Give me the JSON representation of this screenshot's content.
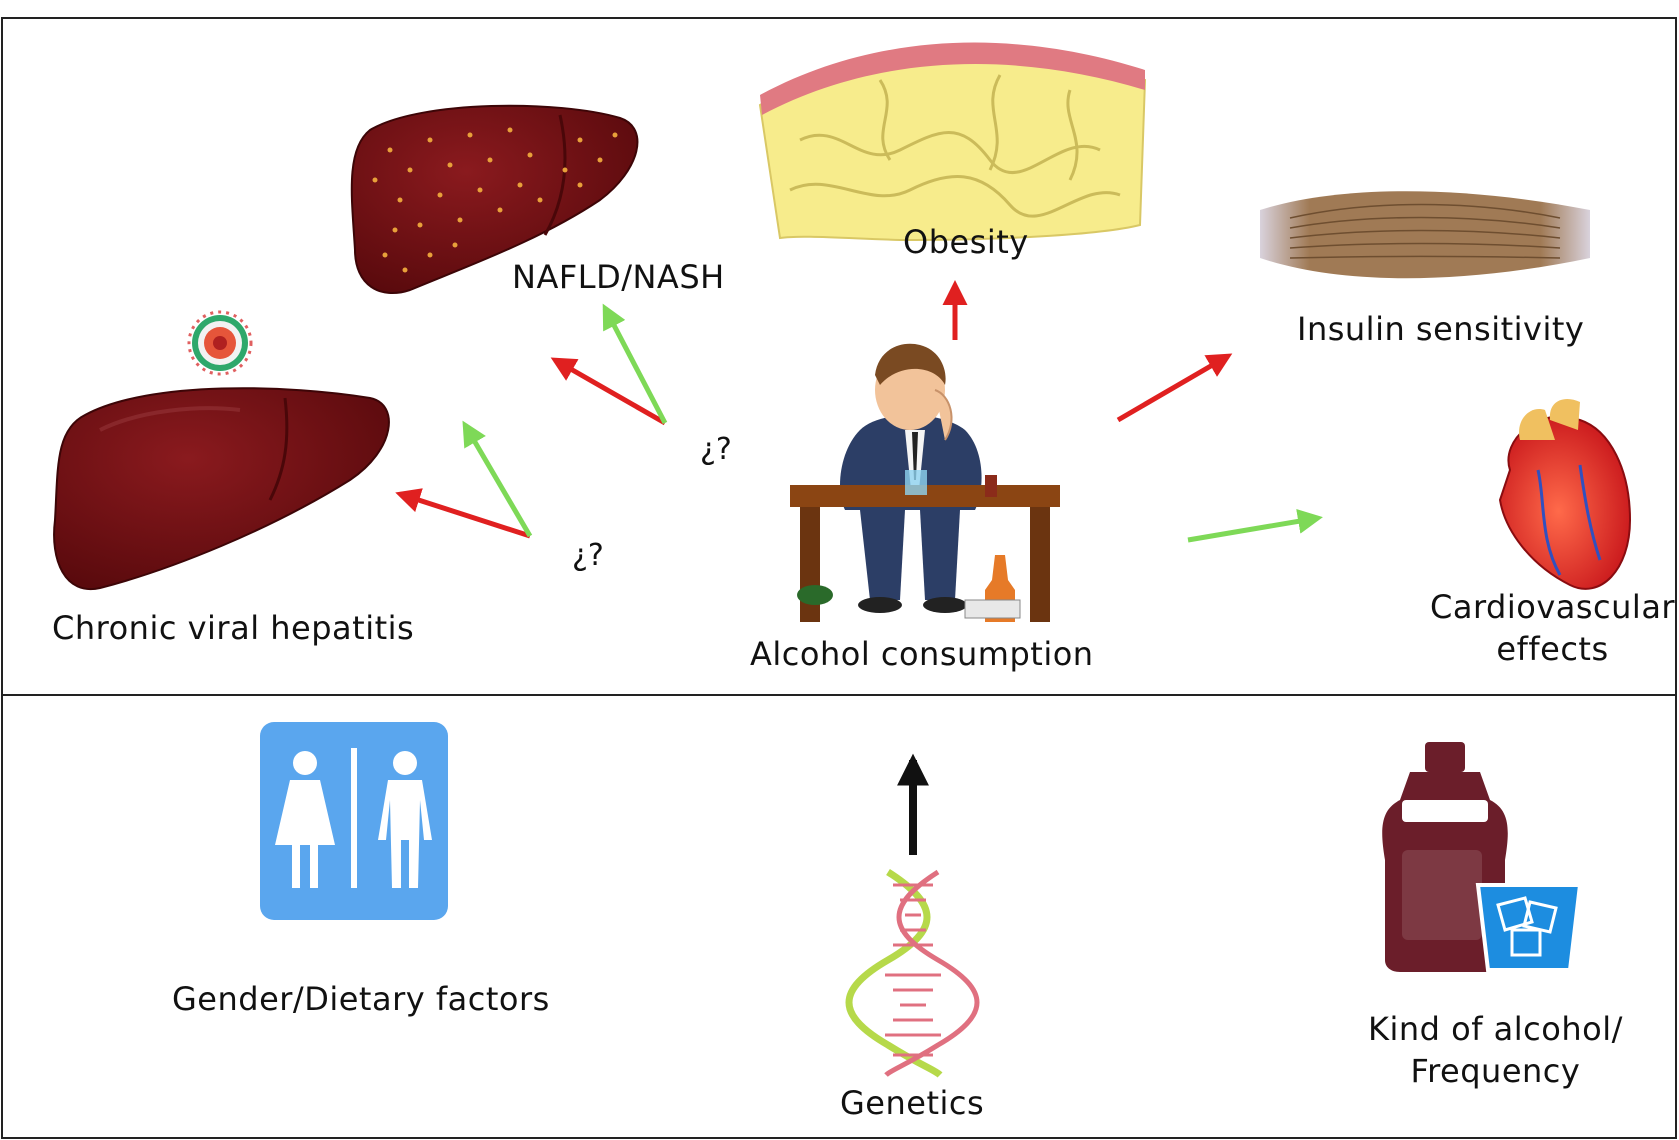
{
  "labels": {
    "nafld": "NAFLD/NASH",
    "obesity": "Obesity",
    "insulin": "Insulin sensitivity",
    "hepatitis": "Chronic viral hepatitis",
    "alcohol": "Alcohol consumption",
    "cardio_line1": "Cardiovascular",
    "cardio_line2": "effects",
    "gender": "Gender/Dietary factors",
    "genetics": "Genetics",
    "kind_line1": "Kind of alcohol/",
    "kind_line2": "Frequency",
    "question_1": "¿?",
    "question_2": "¿?"
  },
  "colors": {
    "increase_arrow": "#e02020",
    "decrease_arrow": "#7ed957",
    "neutral_arrow": "#111111",
    "liver": "#6b0f12",
    "fat": "#f7ec8c",
    "skin": "#e07a82",
    "muscle": "#a0774f",
    "sign_blue": "#5aa6ee",
    "bottle": "#6b1e2a"
  }
}
